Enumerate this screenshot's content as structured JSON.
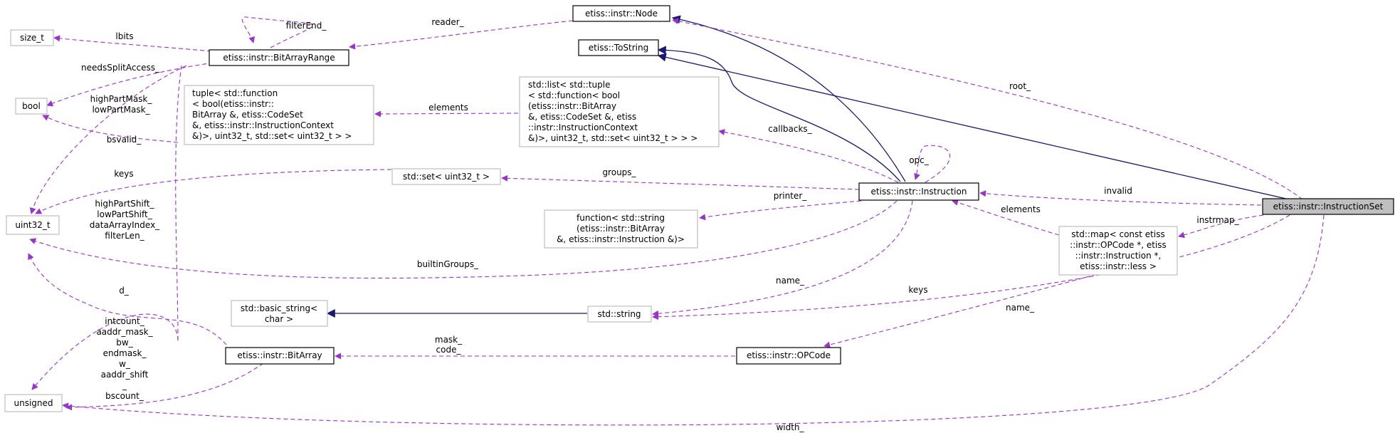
{
  "nodes": {
    "instr_node": "etiss::instr::Node",
    "tostring": "etiss::ToString",
    "size_t": "size_t",
    "bitarrayrange": "etiss::instr::BitArrayRange",
    "bool": "bool",
    "tuple_lines": [
      "tuple< std::function",
      "< bool(etiss::instr::",
      "BitArray &, etiss::CodeSet",
      " &, etiss::instr::InstructionContext",
      " &)>, uint32_t, std::set< uint32_t > >"
    ],
    "list_lines": [
      "std::list< std::tuple",
      "< std::function< bool",
      "(etiss::instr::BitArray",
      " &, etiss::CodeSet &, etiss",
      "::instr::InstructionContext",
      " &)>, uint32_t, std::set< uint32_t > > >"
    ],
    "set": "std::set< uint32_t >",
    "uint32": "uint32_t",
    "instruction": "etiss::instr::Instruction",
    "instructionset": "etiss::instr::InstructionSet",
    "function_lines": [
      "function< std::string",
      "(etiss::instr::BitArray",
      " &, etiss::instr::Instruction &)>"
    ],
    "map_lines": [
      "std::map< const etiss",
      "::instr::OPCode *, etiss",
      "::instr::Instruction *,",
      "etiss::instr::less >"
    ],
    "basic_string_lines": [
      "std::basic_string<",
      "char >"
    ],
    "string": "std::string",
    "bitarray": "etiss::instr::BitArray",
    "opcode": "etiss::instr::OPCode",
    "unsigned": "unsigned"
  },
  "labels": {
    "reader": "reader_",
    "filterend": "filterEnd_",
    "lbits": "lbits",
    "needssplit": "needsSplitAccess_",
    "highlowmask": [
      "highPartMask_",
      "lowPartMask_"
    ],
    "bsvalid": "bsvalid_",
    "keys_left": "keys",
    "shifts": [
      "highPartShift_",
      "lowPartShift_",
      "dataArrayIndex_",
      "filterLen_"
    ],
    "elements_top": "elements",
    "callbacks": "callbacks_",
    "opc": "opc_",
    "groups": "groups_",
    "printer": "printer_",
    "root": "root_",
    "invalid": "invalid",
    "elements_right": "elements",
    "instrmap": "instrmap_",
    "builtingroups": "builtinGroups_",
    "name_instr": "name_",
    "keys_map": "keys",
    "name_set": "name_",
    "d": "d_",
    "intcount": [
      "intcount_",
      "aaddr_mask_",
      "bw_",
      "endmask_",
      "w_",
      "aaddr_shift",
      "_",
      "bscount_"
    ],
    "mask_code": [
      "mask_",
      "code_"
    ],
    "width": "width_"
  }
}
